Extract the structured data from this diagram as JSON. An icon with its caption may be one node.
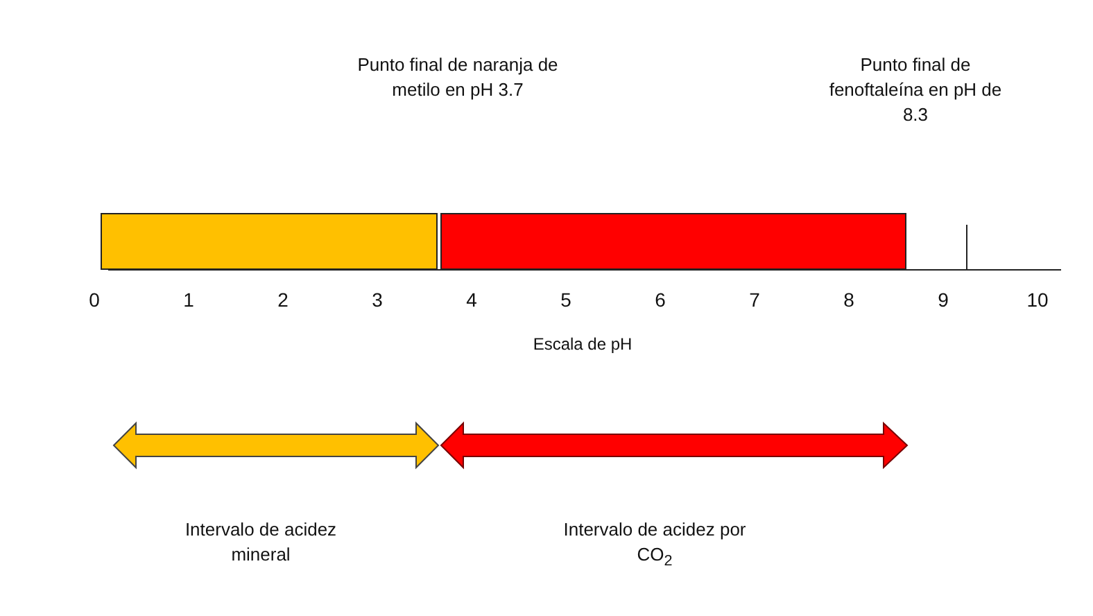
{
  "diagram": {
    "nodes": [
      {
        "text": [],
        "shape": "bar"
      },
      {
        "text": [],
        "shape": "bar"
      }
    ],
    "labels": [
      "Punto final de naranja de metilo en pH 3.7",
      "Punto final de fenoftaleína en pH de 8.3",
      "0",
      "1",
      "2",
      "3",
      "4",
      "5",
      "6",
      "7",
      "8",
      "9",
      "10",
      "Escala de pH",
      "Intervalo de acidez mineral",
      "Intervalo de acidez por CO$_{2}$"
    ]
  }
}
